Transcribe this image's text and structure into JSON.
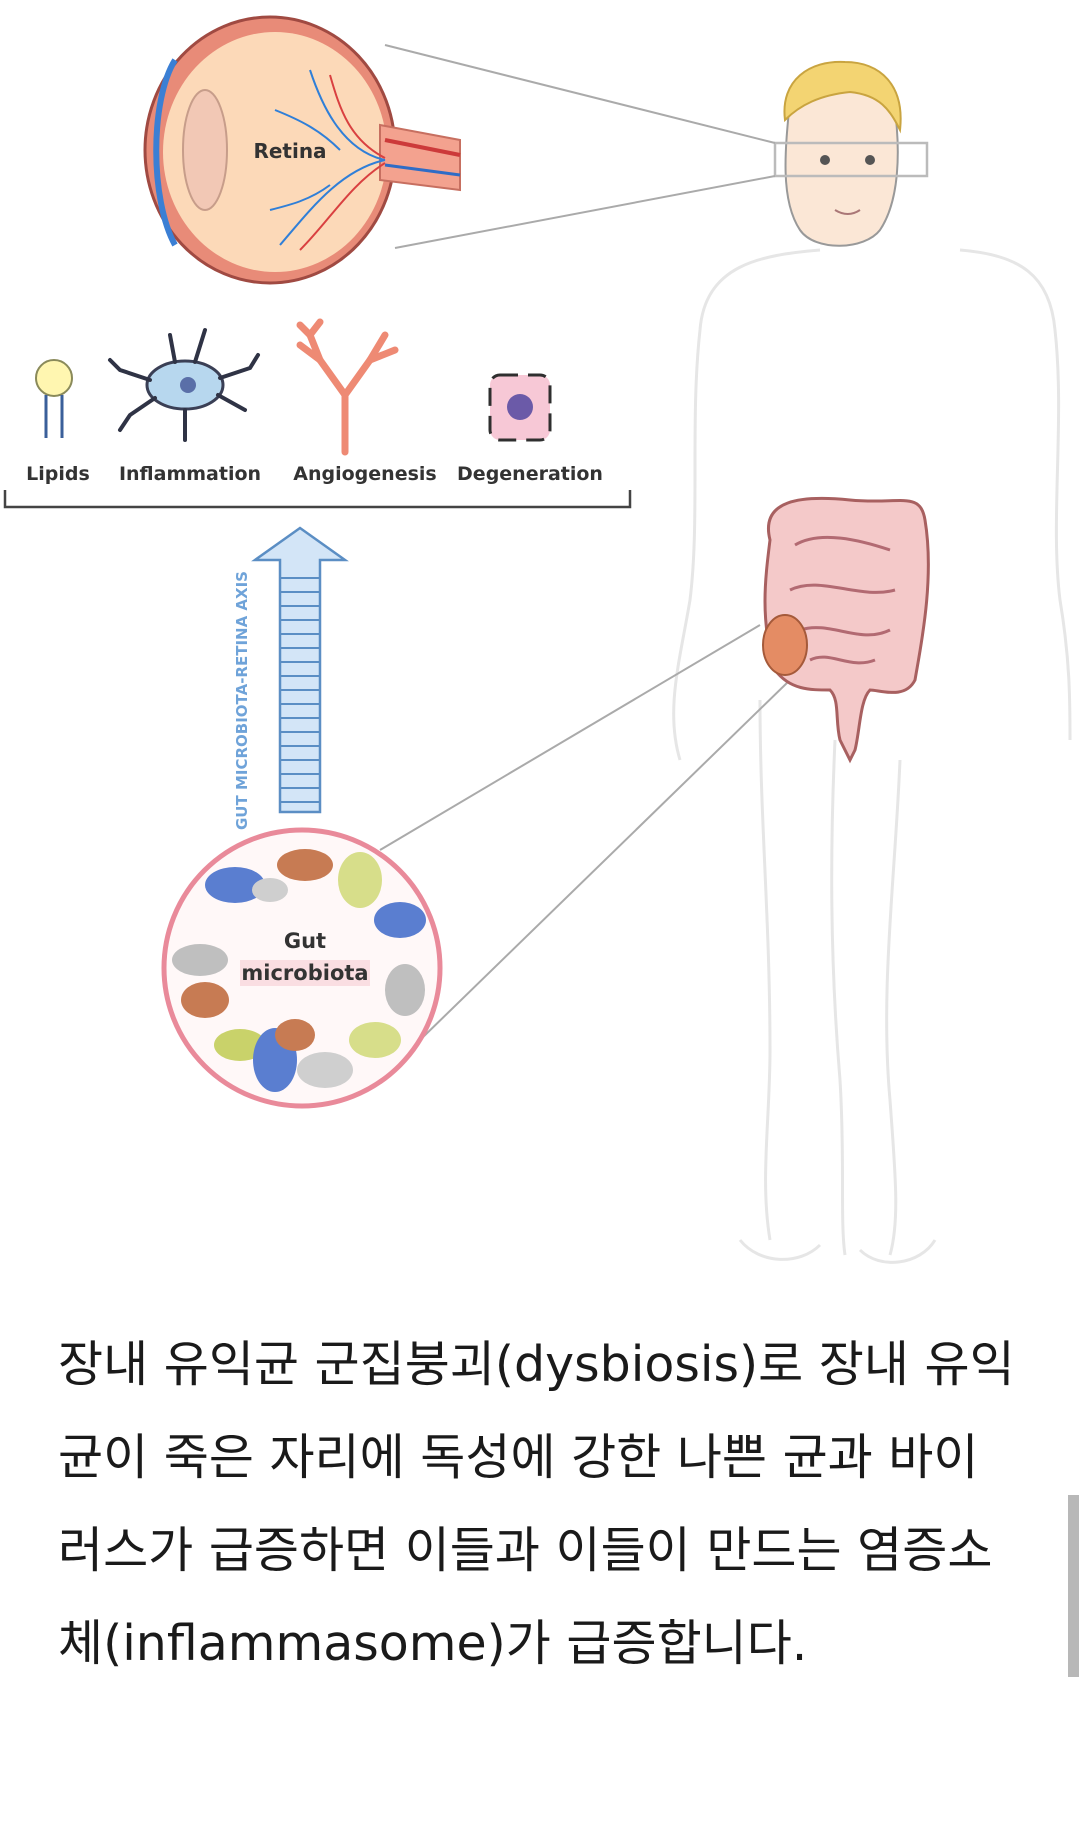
{
  "figure": {
    "retina_label": "Retina",
    "markers": [
      {
        "label": "Lipids"
      },
      {
        "label": "Inflammation"
      },
      {
        "label": "Angiogenesis"
      },
      {
        "label": "Degeneration"
      }
    ],
    "axis_label": "GUT MICROBIOTA-RETINA AXIS",
    "gut_label_line1": "Gut",
    "gut_label_line2": "microbiota"
  },
  "article": {
    "paragraph": "장내 유익균 군집붕괴(dysbiosis)로 장내 유익균이 죽은 자리에 독성에 강한 나쁜 균과 바이러스가 급증하면 이들과 이들이 만드는 염증소체(inflammasome)가 급증합니다."
  }
}
